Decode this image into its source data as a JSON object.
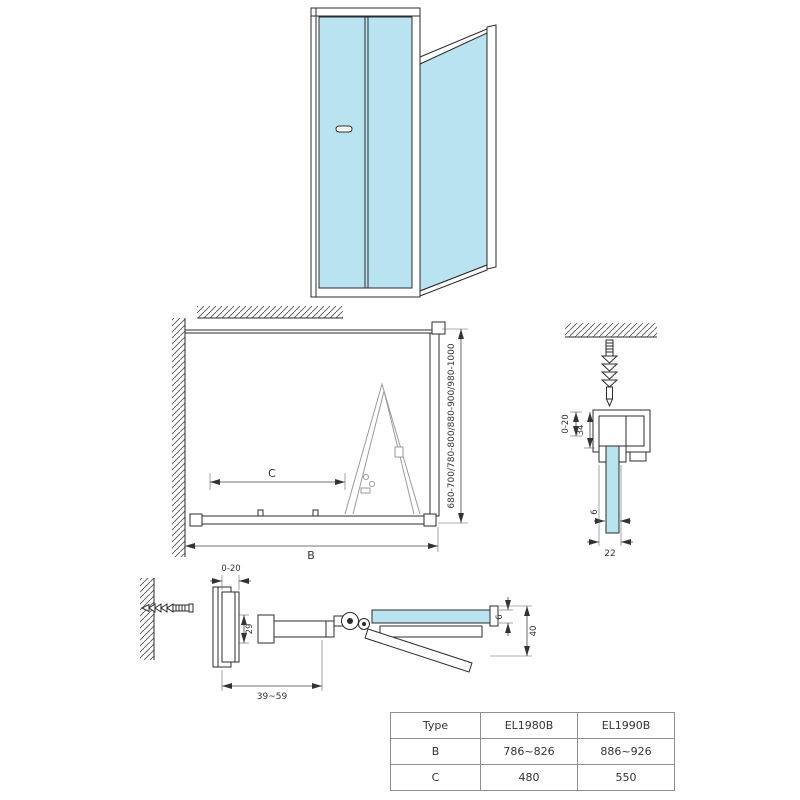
{
  "colors": {
    "glass": "#b9e3f1",
    "line": "#2b2b2b",
    "thin": "#9a9a9a",
    "table_border": "#8f8f8f",
    "text": "#333333"
  },
  "front_view": {
    "height_range": "680-700/780-800/880-900/980-1000",
    "width_label": "B",
    "door_width_label": "C"
  },
  "wall_profile_detail": {
    "adjustment": "0-20",
    "profile_depth": "34",
    "glass_thickness": "6",
    "profile_width": "22"
  },
  "plan_view": {
    "adjustment": "0-20",
    "profile_height": "29",
    "extension_range": "39~59",
    "glass_thickness": "6",
    "total_depth": "40"
  },
  "table": {
    "headers": [
      "Type",
      "EL1980B",
      "EL1990B"
    ],
    "rows": [
      {
        "label": "B",
        "values": [
          "786~826",
          "886~926"
        ]
      },
      {
        "label": "C",
        "values": [
          "480",
          "550"
        ]
      }
    ]
  }
}
